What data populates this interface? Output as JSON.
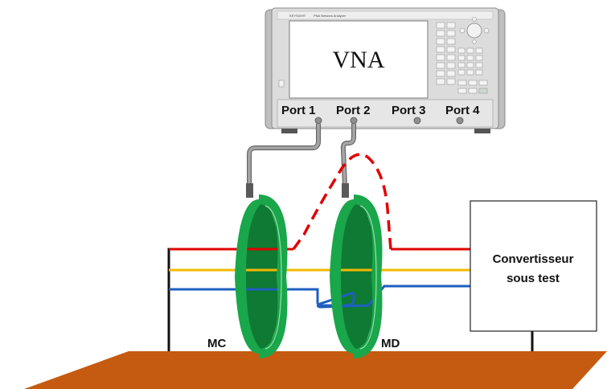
{
  "vna": {
    "screen_label": "VNA",
    "brand_text": "KEYSIGHT",
    "model_text": "PNA Network Analyzer",
    "ports": [
      "Port 1",
      "Port 2",
      "Port 3",
      "Port 4"
    ]
  },
  "dut": {
    "line1": "Convertisseur",
    "line2": "sous test"
  },
  "probes": {
    "mc": "MC",
    "md": "MD"
  },
  "colors": {
    "ground_plane": "#c55a11",
    "probe": "#1aa64a",
    "probe_dark": "#0f7a33",
    "wire_red": "#e00000",
    "wire_yellow": "#f5b800",
    "wire_blue": "#1f5fbf",
    "cable": "#8c8c8c",
    "chassis": "#d9d9d9"
  }
}
